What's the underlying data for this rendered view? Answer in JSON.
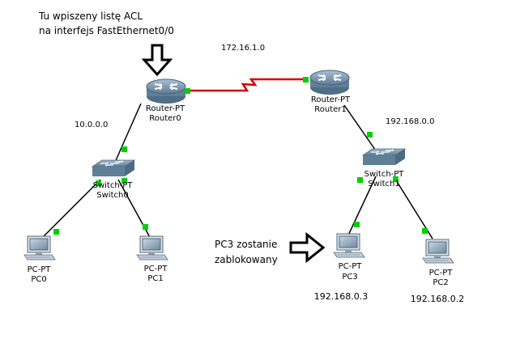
{
  "annotations": {
    "acl_note_line1": "Tu wpiszeny listę ACL",
    "acl_note_line2": "na interfejs FastEthernet0/0",
    "blocked_note_line1": "PC3 zostanie",
    "blocked_note_line2": "zablokowany"
  },
  "networks": {
    "wan": "172.16.1.0",
    "left_lan": "10.0.0.0",
    "right_lan": "192.168.0.0"
  },
  "devices": {
    "router0": {
      "model": "Router-PT",
      "name": "Router0"
    },
    "router1": {
      "model": "Router-PT",
      "name": "Router1"
    },
    "switch0": {
      "model": "Switch-PT",
      "name": "Switch0"
    },
    "switch1": {
      "model": "Switch-PT",
      "name": "Switch1"
    },
    "pc0": {
      "model": "PC-PT",
      "name": "PC0"
    },
    "pc1": {
      "model": "PC-PT",
      "name": "PC1"
    },
    "pc3": {
      "model": "PC-PT",
      "name": "PC3",
      "ip": "192.168.0.3"
    },
    "pc2": {
      "model": "PC-PT",
      "name": "PC2",
      "ip": "192.168.0.2"
    }
  },
  "colors": {
    "link": "#000000",
    "serial_link": "#d40000",
    "port_up": "#00d000",
    "router_body": "#6e8ea6",
    "switch_body": "#6e8ea6"
  }
}
